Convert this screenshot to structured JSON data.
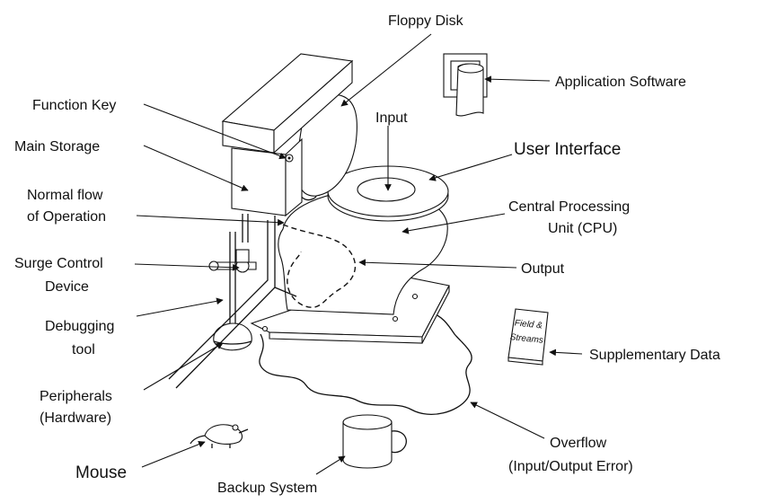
{
  "labels": {
    "floppy_disk": "Floppy Disk",
    "application_software": "Application Software",
    "function_key": "Function Key",
    "input": "Input",
    "main_storage": "Main Storage",
    "user_interface": "User Interface",
    "normal_flow_1": "Normal flow",
    "normal_flow_2": "of Operation",
    "cpu_1": "Central Processing",
    "cpu_2": "Unit (CPU)",
    "surge_1": "Surge Control",
    "surge_2": "Device",
    "output": "Output",
    "debugging_1": "Debugging",
    "debugging_2": "tool",
    "supplementary_data": "Supplementary Data",
    "peripherals_1": "Peripherals",
    "peripherals_2": "(Hardware)",
    "overflow_1": "Overflow",
    "overflow_2": "(Input/Output Error)",
    "mouse": "Mouse",
    "backup_system": "Backup System"
  },
  "book": {
    "line1": "Field &",
    "line2": "Streams"
  }
}
